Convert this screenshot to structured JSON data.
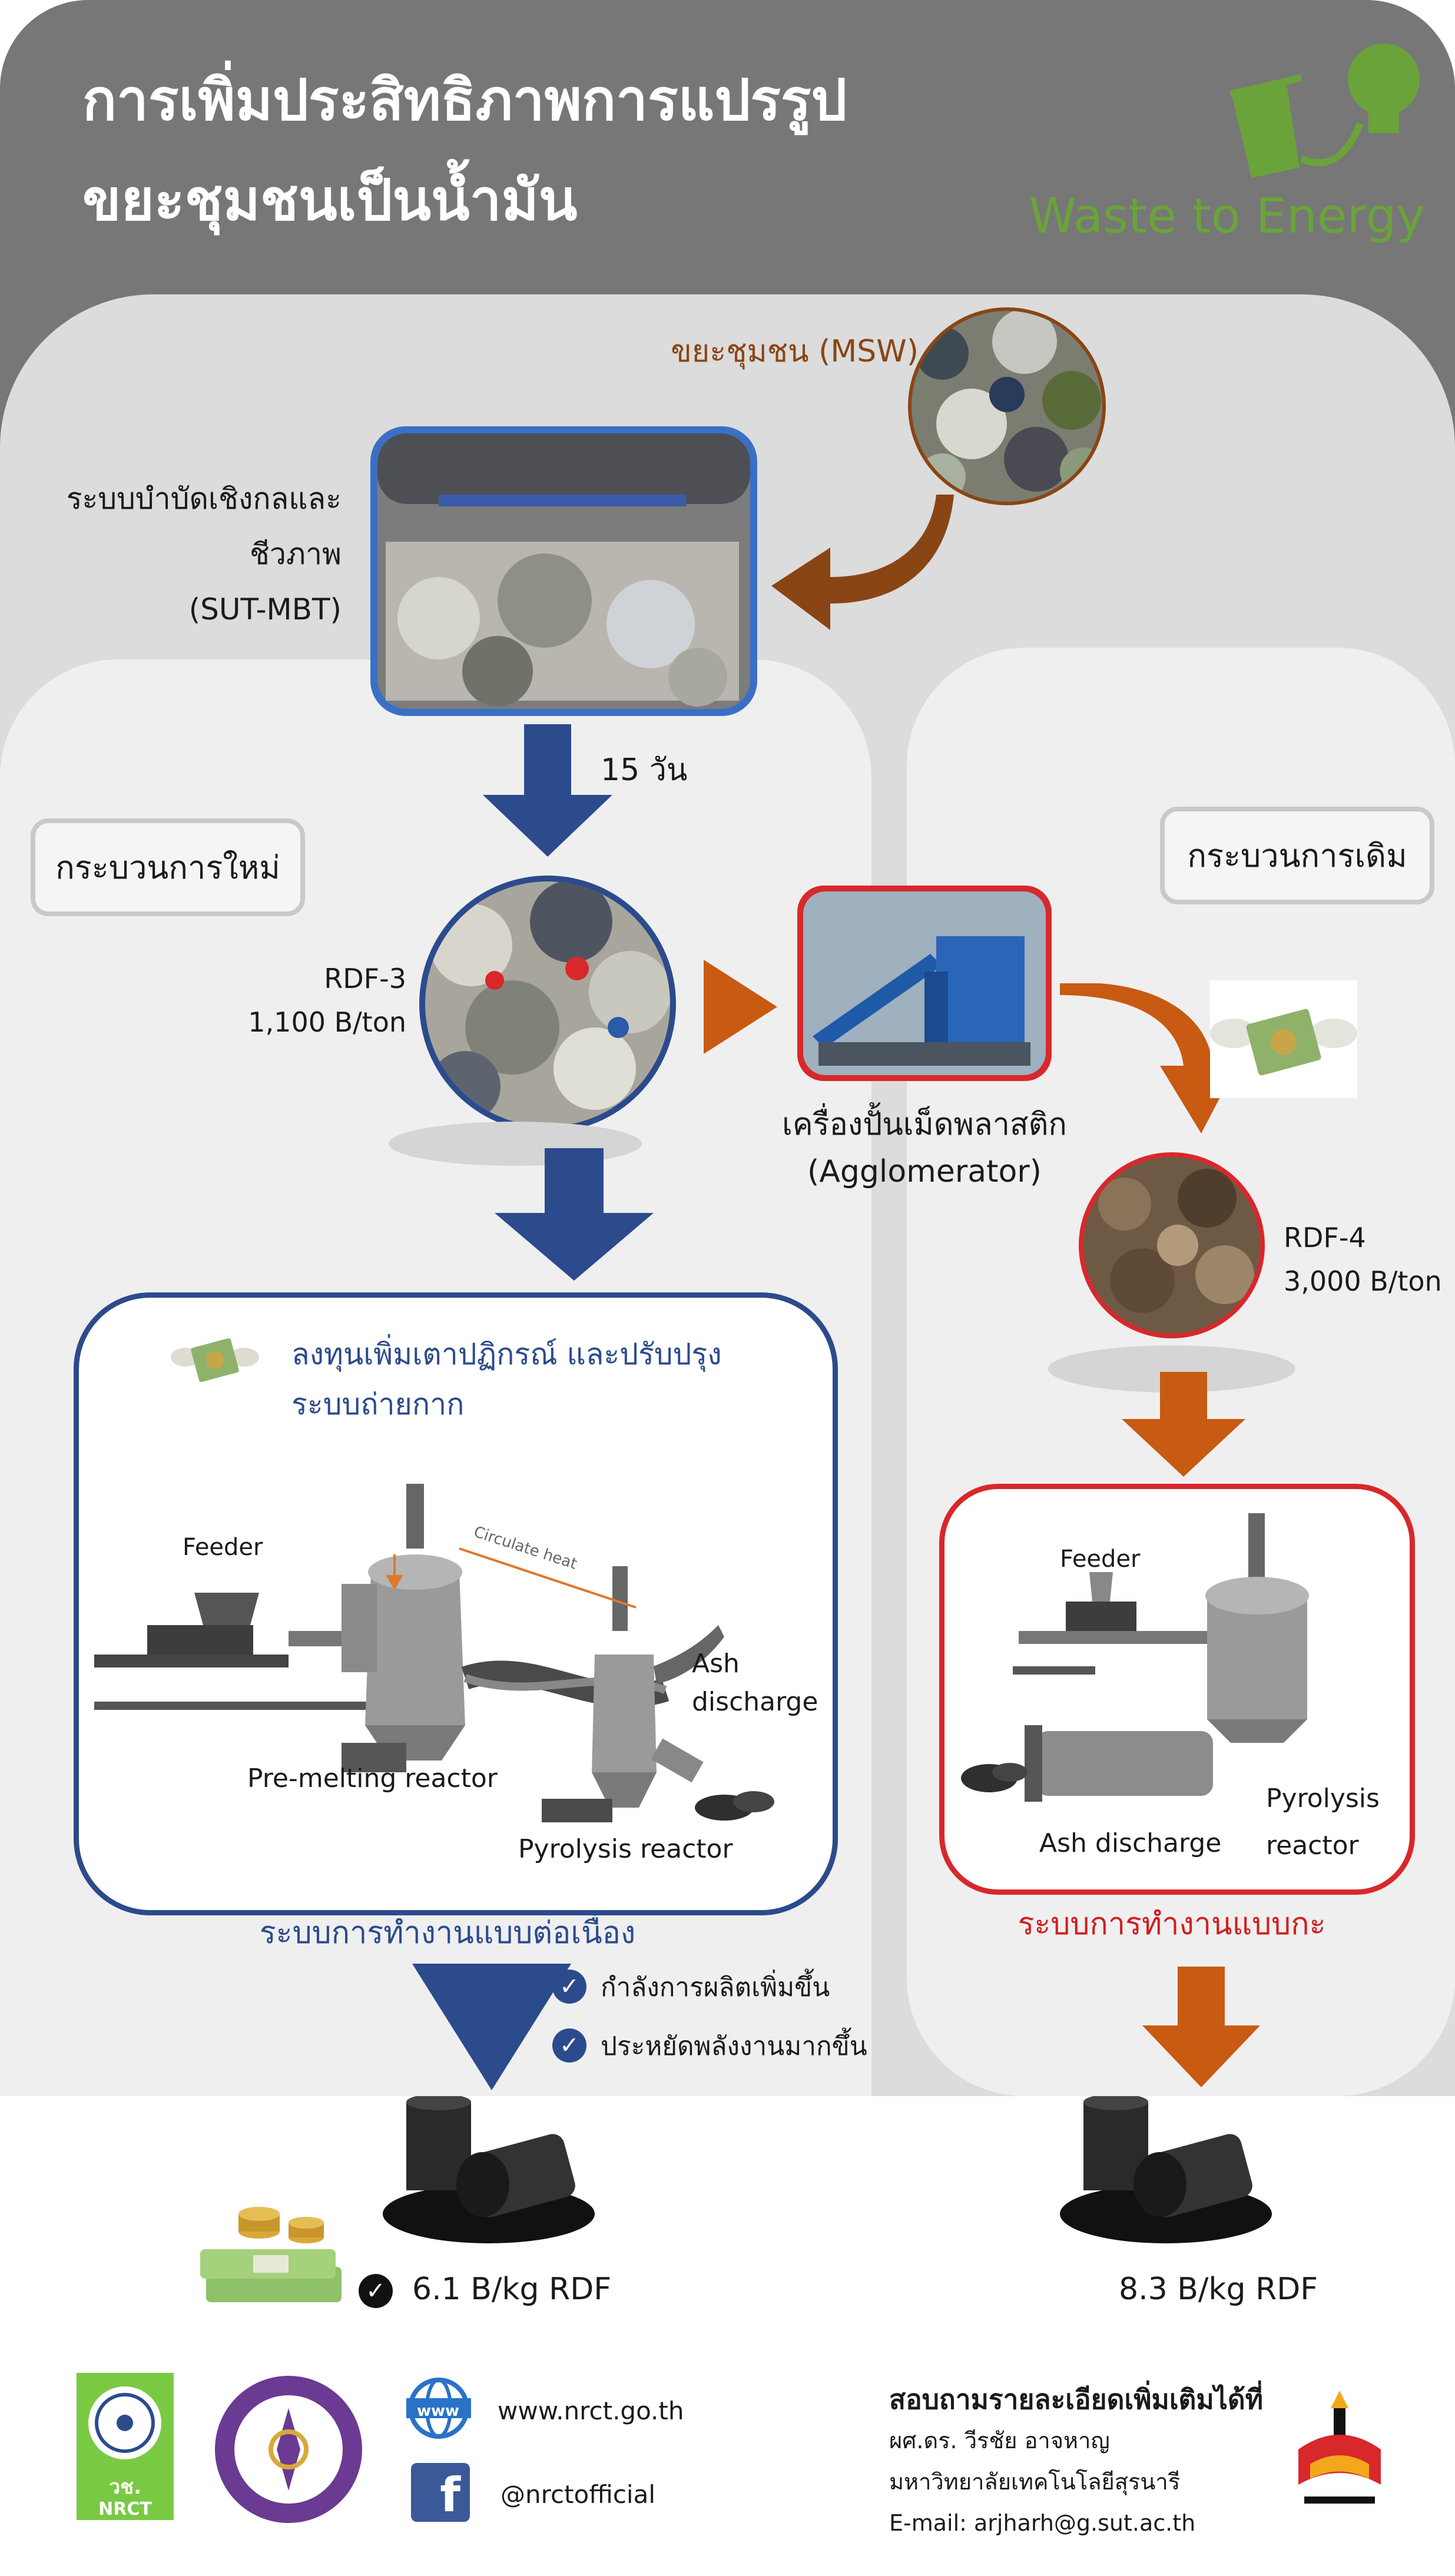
{
  "header": {
    "title_line1": "การเพิ่มประสิทธิภาพการแปรรูป",
    "title_line2": "ขยะชุมชนเป็นน้ำมัน",
    "logo_text": "Waste to Energy",
    "logo_color": "#6aa33a"
  },
  "flow": {
    "msw_label": "ขยะชุมชน (MSW)",
    "mbt_label_line1": "ระบบบำบัดเชิงกลและ",
    "mbt_label_line2": "ชีวภาพ",
    "mbt_label_line3": "(SUT-MBT)",
    "days_label": "15 วัน",
    "new_process": "กระบวนการใหม่",
    "old_process": "กระบวนการเดิม",
    "rdf3_label": "RDF-3",
    "rdf3_price": "1,100 B/ton",
    "agglomerator_line1": "เครื่องปั้นเม็ดพลาสติก",
    "agglomerator_line2": "(Agglomerator)",
    "rdf4_label": "RDF-4",
    "rdf4_price": "3,000 B/ton"
  },
  "new_system": {
    "invest_line1": "ลงทุนเพิ่มเตาปฏิกรณ์ และปรับปรุง",
    "invest_line2": "ระบบถ่ายกาก",
    "feeder": "Feeder",
    "circulate_heat": "Circulate heat",
    "ash_line1": "Ash",
    "ash_line2": "discharge",
    "premelting": "Pre-melting reactor",
    "pyrolysis": "Pyrolysis reactor",
    "mode": "ระบบการทำงานแบบต่อเนื่อง",
    "benefit1": "กำลังการผลิตเพิ่มขึ้น",
    "benefit2": "ประหยัดพลังงานมากขึ้น",
    "result": "6.1 B/kg RDF",
    "mode_color": "#2b4b8c"
  },
  "old_system": {
    "feeder": "Feeder",
    "ash": "Ash discharge",
    "pyrolysis_line1": "Pyrolysis",
    "pyrolysis_line2": "reactor",
    "mode": "ระบบการทำงานแบบกะ",
    "result": "8.3 B/kg RDF",
    "mode_color": "#d01f1f"
  },
  "footer": {
    "nrct_text_th": "วช.",
    "nrct_text_en": "NRCT",
    "website": "www.nrct.go.th",
    "facebook": "@nrctofficial",
    "www_icon_text": "www",
    "contact_title": "สอบถามรายละเอียดเพิ่มเติมได้ที่",
    "contact_name": "ผศ.ดร. วีรชัย อาจหาญ",
    "contact_org": "มหาวิทยาลัยเทคโนโลยีสุรนารี",
    "contact_email": "E-mail: arjharh@g.sut.ac.th"
  },
  "colors": {
    "blue_arrow": "#2b4b8c",
    "orange_arrow": "#c85a12",
    "brown_arrow": "#8a4514",
    "msw_text": "#8a4514"
  }
}
